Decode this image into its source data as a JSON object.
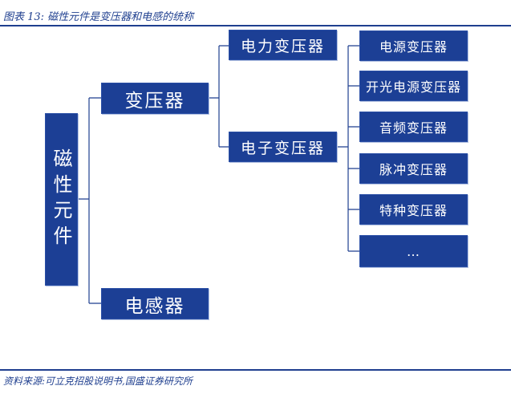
{
  "title": "图表 13:  磁性元件是变压器和电感的统称",
  "source": "资料来源:可立克招股说明书,国盛证券研究所",
  "colors": {
    "box": "#1c3f95",
    "line": "#1f3f8f"
  },
  "nodes": {
    "root": "磁性元件",
    "transformer": "变压器",
    "inductor": "电感器",
    "power_transformer": "电力变压器",
    "electronic_transformer": "电子变压器",
    "sub": {
      "power_supply": "电源变压器",
      "switching_power": "开光电源变压器",
      "audio": "音频变压器",
      "pulse": "脉冲变压器",
      "special": "特种变压器",
      "more": "…"
    }
  }
}
